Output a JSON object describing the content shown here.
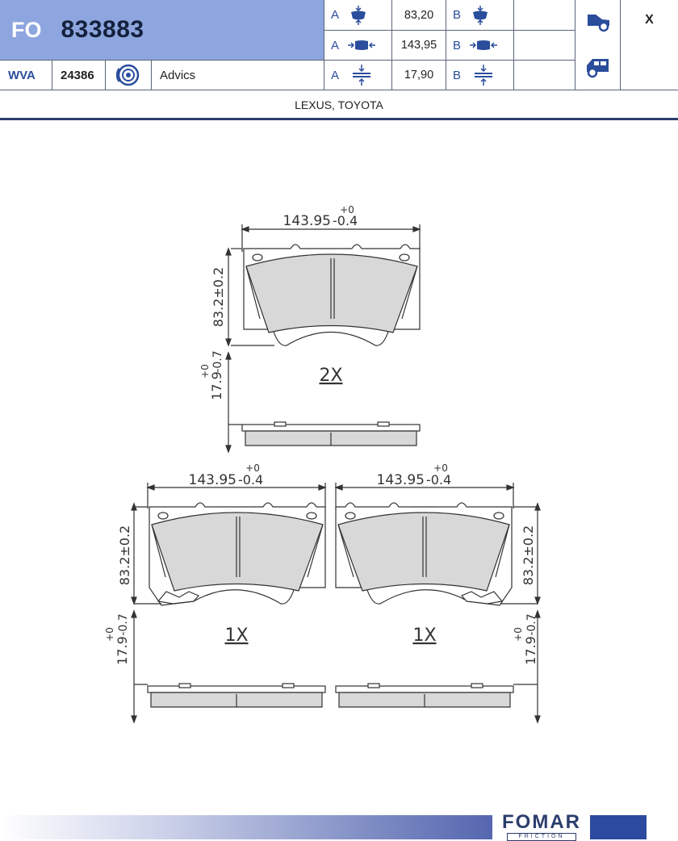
{
  "header": {
    "prefix": "FO",
    "part_number": "833883",
    "wva_label": "WVA",
    "wva_number": "24386",
    "advics_label": "Advics",
    "close_mark": "X"
  },
  "dimensions": [
    {
      "a_label": "A",
      "value": "83,20",
      "b_label": "B",
      "icon": "pad-height-icon"
    },
    {
      "a_label": "A",
      "value": "143,95",
      "b_label": "B",
      "icon": "pad-width-icon"
    },
    {
      "a_label": "A",
      "value": "17,90",
      "b_label": "B",
      "icon": "pad-thickness-icon"
    }
  ],
  "brands": "LEXUS, TOYOTA",
  "drawing": {
    "width_dim": "143.95",
    "width_tol_upper": "+0",
    "width_tol_lower": "-0.4",
    "height_dim": "83.2±0.2",
    "thick_dim": "17.9",
    "thick_tol_upper": "+0",
    "thick_tol_lower": "-0.7",
    "qty_top": "2X",
    "qty_left": "1X",
    "qty_right": "1X"
  },
  "footer": {
    "logo_text": "FOMAR",
    "logo_sub": "FRICTION"
  },
  "colors": {
    "header_blue": "#8ea6df",
    "brand_dark": "#2c3e6e",
    "icon_blue": "#2a4d9c",
    "pad_fill": "#d8d8d8"
  }
}
